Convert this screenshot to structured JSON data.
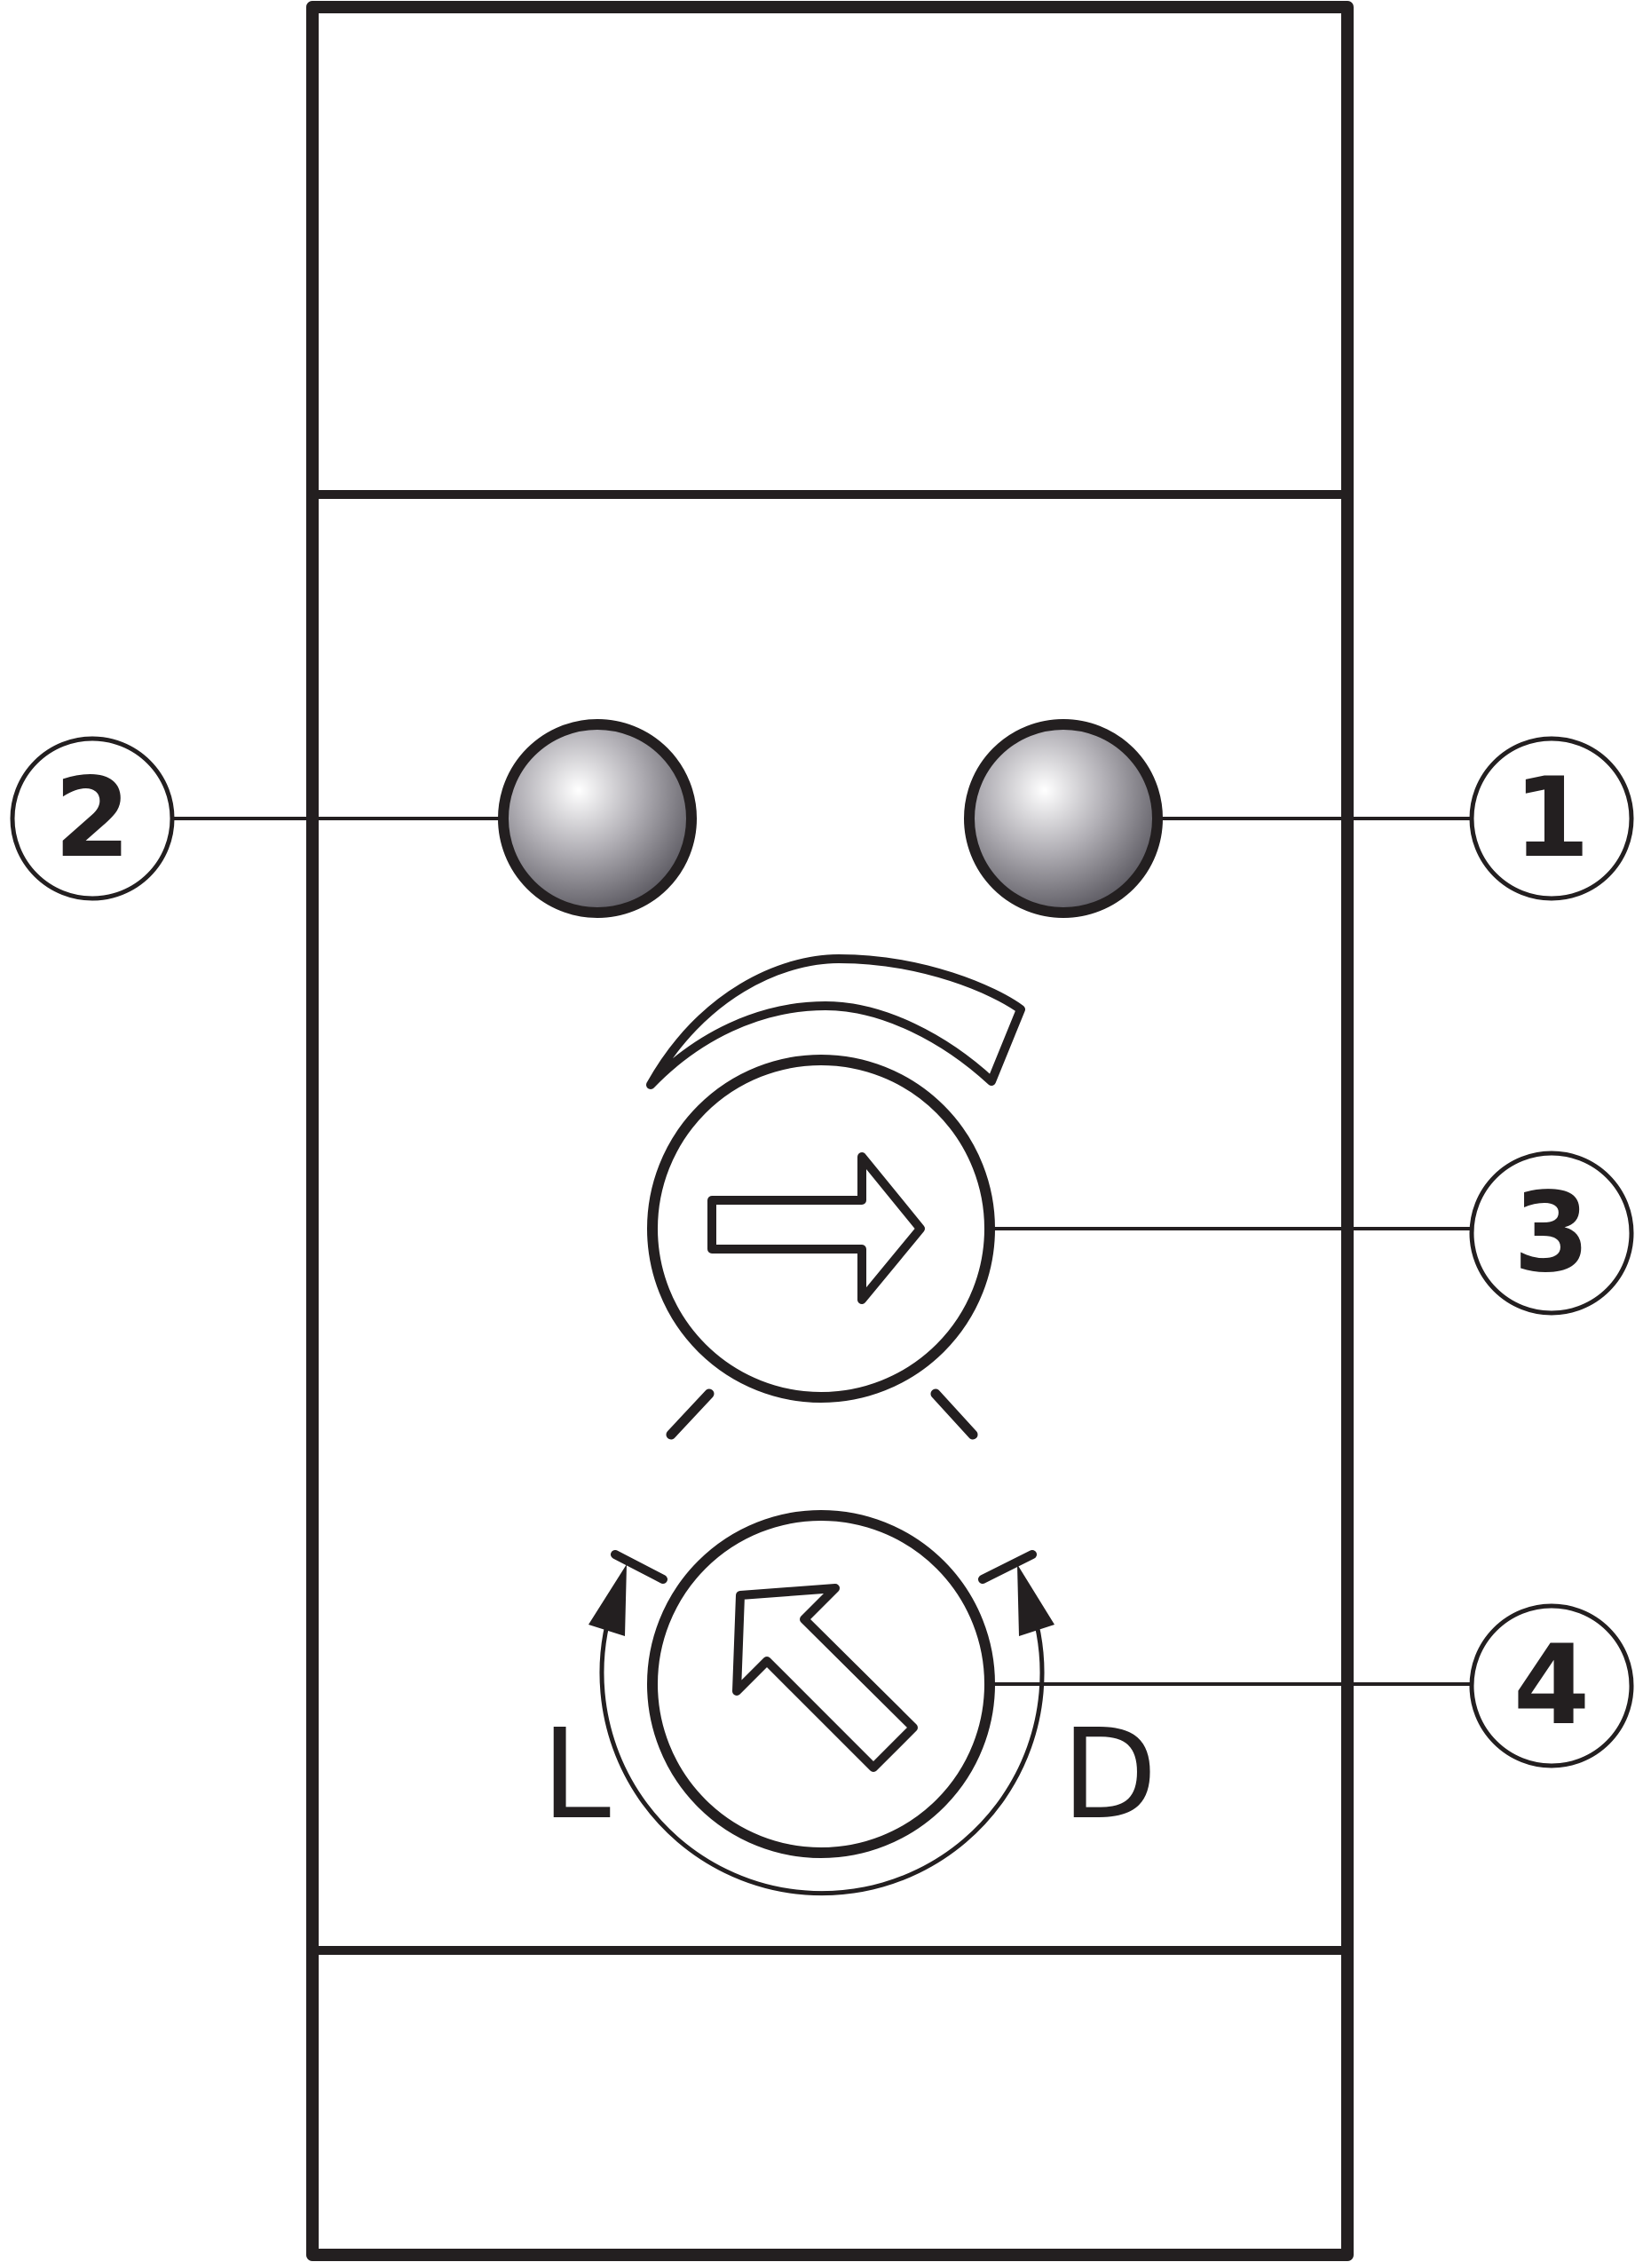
{
  "callouts": [
    {
      "id": "1",
      "label": "1"
    },
    {
      "id": "2",
      "label": "2"
    },
    {
      "id": "3",
      "label": "3"
    },
    {
      "id": "4",
      "label": "4"
    }
  ],
  "direction_labels": {
    "left": "L",
    "right": "D"
  },
  "colors": {
    "stroke": "#231f20",
    "background": "#ffffff",
    "led_highlight": "#ffffff",
    "led_mid": "#a7a5ab",
    "led_shadow": "#4f4d55"
  },
  "icons": {
    "led_indicators": [
      "led-indicator-icon",
      "led-indicator-icon"
    ],
    "time_dial": "rotary-dial-arrow-right-icon",
    "direction_dial": "rotary-dial-arrow-up-left-icon"
  }
}
